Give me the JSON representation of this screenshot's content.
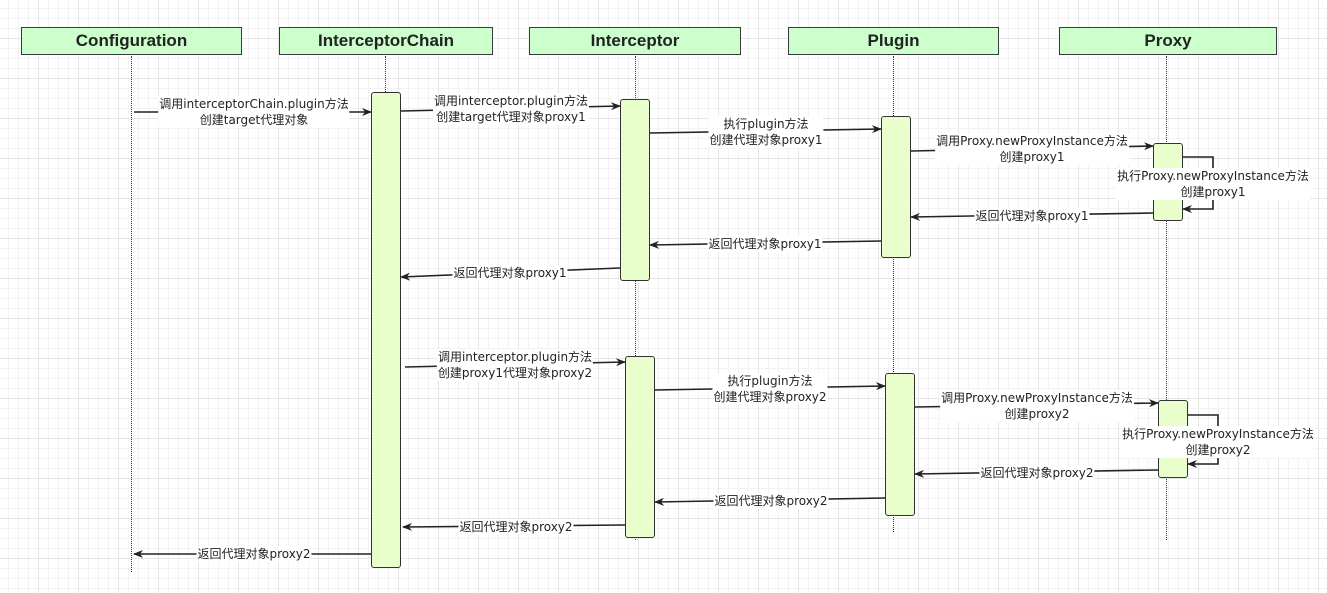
{
  "participants": {
    "configuration": "Configuration",
    "interceptor_chain": "InterceptorChain",
    "interceptor": "Interceptor",
    "plugin": "Plugin",
    "proxy": "Proxy"
  },
  "messages": {
    "m1": [
      "调用interceptorChain.plugin方法",
      "创建target代理对象"
    ],
    "m2": [
      "调用interceptor.plugin方法",
      "创建target代理对象proxy1"
    ],
    "m3": [
      "执行plugin方法",
      "创建代理对象proxy1"
    ],
    "m4": [
      "调用Proxy.newProxyInstance方法",
      "创建proxy1"
    ],
    "m5": [
      "执行Proxy.newProxyInstance方法",
      "创建proxy1"
    ],
    "m6": "返回代理对象proxy1",
    "m7": "返回代理对象proxy1",
    "m8": "返回代理对象proxy1",
    "m9": [
      "调用interceptor.plugin方法",
      "创建proxy1代理对象proxy2"
    ],
    "m10": [
      "执行plugin方法",
      "创建代理对象proxy2"
    ],
    "m11": [
      "调用Proxy.newProxyInstance方法",
      "创建proxy2"
    ],
    "m12": [
      "执行Proxy.newProxyInstance方法",
      "创建proxy2"
    ],
    "m13": "返回代理对象proxy2",
    "m14": "返回代理对象proxy2",
    "m15": "返回代理对象proxy2",
    "m16": "返回代理对象proxy2"
  },
  "colors": {
    "header_fill": "#ccffcc",
    "activation_fill": "#e8ffcc",
    "line": "#333333"
  }
}
